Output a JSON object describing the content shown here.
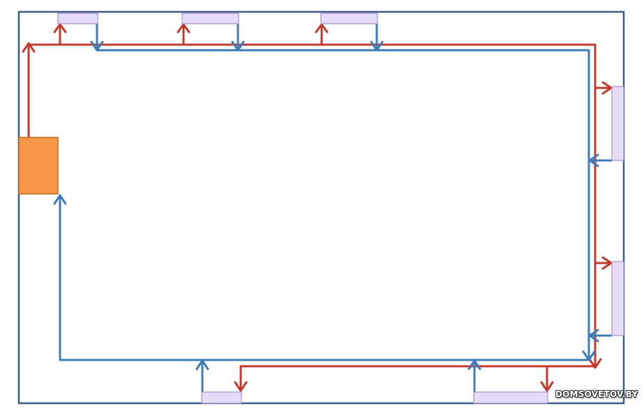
{
  "watermark": "DOMSOVETOV.BY",
  "colors": {
    "wall": "#3a5a8c",
    "supply_pipe": "#c0392b",
    "return_pipe": "#3d7ab8",
    "boiler_fill": "#f79646",
    "boiler_stroke": "#c36a1e",
    "radiator_fill": "#e6dcf7",
    "radiator_stroke": "#a48fd0"
  },
  "diagram": {
    "boiler": {
      "name": "boiler"
    },
    "radiators": [
      {
        "name": "radiator-top-1"
      },
      {
        "name": "radiator-top-2"
      },
      {
        "name": "radiator-top-3"
      },
      {
        "name": "radiator-right-1"
      },
      {
        "name": "radiator-right-2"
      },
      {
        "name": "radiator-bottom-1"
      },
      {
        "name": "radiator-bottom-2"
      }
    ]
  }
}
